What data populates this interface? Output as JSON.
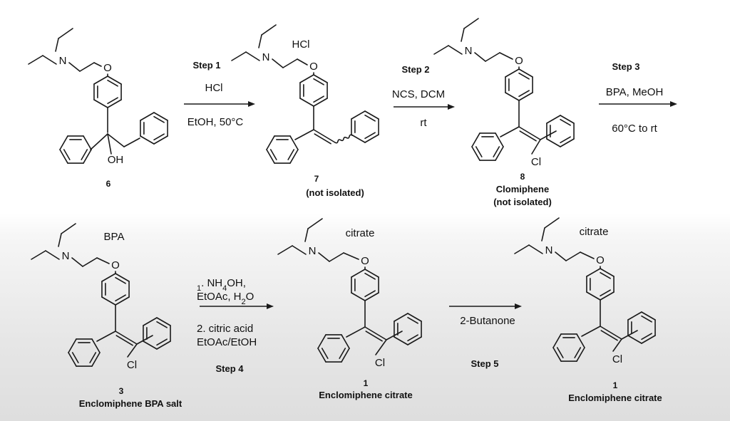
{
  "compounds": [
    {
      "label": "6",
      "name": "",
      "counter_ion": "",
      "extra_atoms": [
        "OH"
      ]
    },
    {
      "label": "7",
      "name": "(not isolated)",
      "counter_ion": "HCl",
      "extra_atoms": []
    },
    {
      "label": "8",
      "name": "Clomiphene",
      "name2": "(not isolated)",
      "counter_ion": "",
      "extra_atoms": [
        "Cl"
      ]
    },
    {
      "label": "3",
      "name": "Enclomiphene BPA salt",
      "counter_ion": "BPA",
      "extra_atoms": [
        "Cl"
      ]
    },
    {
      "label": "1",
      "name": "Enclomiphene citrate",
      "counter_ion": "citrate",
      "extra_atoms": [
        "Cl"
      ]
    },
    {
      "label": "1",
      "name": "Enclomiphene citrate",
      "counter_ion": "citrate",
      "extra_atoms": [
        "Cl"
      ]
    }
  ],
  "atoms": {
    "N": "N",
    "O": "O"
  },
  "steps": [
    {
      "label": "Step 1",
      "above": "HCl",
      "below": "EtOH, 50°C"
    },
    {
      "label": "Step 2",
      "above": "NCS, DCM",
      "below": "rt"
    },
    {
      "label": "Step 3",
      "above": "BPA, MeOH",
      "below": "60°C to rt"
    },
    {
      "label": "Step 4",
      "lines": [
        "1. NH4OH,",
        "EtOAc, H2O",
        "2. citric acid",
        "EtOAc/EtOH"
      ]
    },
    {
      "label": "Step 5",
      "above": "2-Butanone",
      "below": ""
    }
  ]
}
